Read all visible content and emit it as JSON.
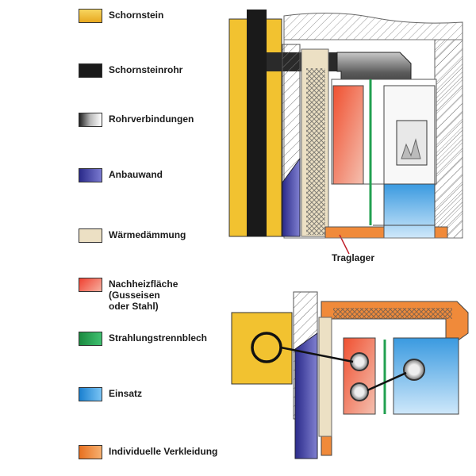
{
  "legend": {
    "chimney": {
      "label": "Schornstein",
      "color": "#f2c230"
    },
    "flue_pipe": {
      "label": "Schornsteinrohr",
      "color": "#1a1a1a"
    },
    "pipe_connections": {
      "label": "Rohrverbindungen",
      "color": "#7a7a7a"
    },
    "add_on_wall": {
      "label": "Anbauwand",
      "color": "#3a3a9a"
    },
    "insulation": {
      "label": "Wärmedämmung",
      "color": "#ece0c4"
    },
    "reheating_surface": {
      "label": "Nachheizfläche\n(Gusseisen oder Stahl)",
      "color": "#e33a2c"
    },
    "radiation_shield": {
      "label": "Strahlungstrennblech",
      "color": "#22a050"
    },
    "insert": {
      "label": "Einsatz",
      "color": "#3aa0e0"
    },
    "cladding": {
      "label": "Individuelle Verkleidung",
      "color": "#f08a3a"
    }
  },
  "callouts": {
    "support_bearing": "Traglager"
  }
}
